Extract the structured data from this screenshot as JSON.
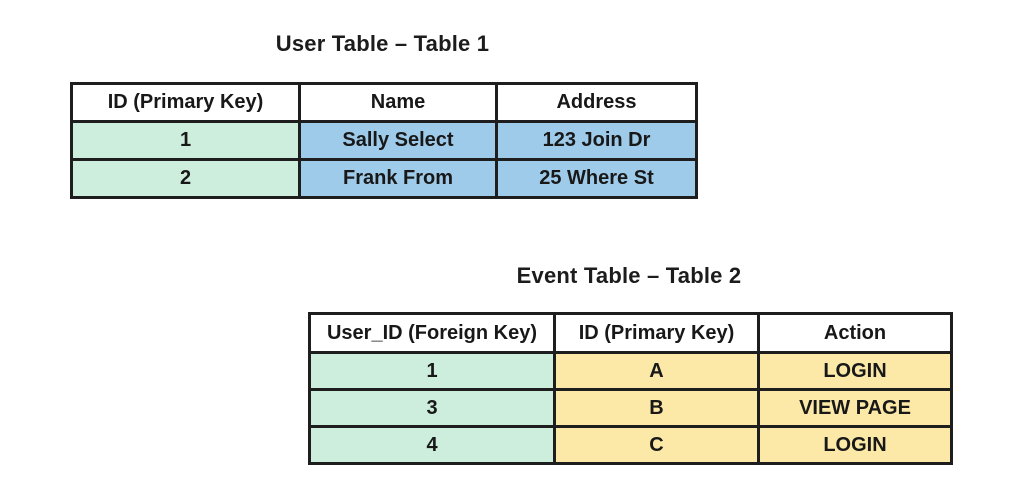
{
  "colors": {
    "primary_key_fill": "#cdeedd",
    "user_data_fill": "#9fcbea",
    "event_data_fill": "#fce9a7",
    "header_fill": "#ffffff",
    "border": "#1e1e1e",
    "background": "#ffffff"
  },
  "user_table": {
    "title": "User Table – Table 1",
    "headers": [
      "ID (Primary Key)",
      "Name",
      "Address"
    ],
    "rows": [
      [
        "1",
        "Sally Select",
        "123 Join Dr"
      ],
      [
        "2",
        "Frank From",
        "25 Where St"
      ]
    ]
  },
  "event_table": {
    "title": "Event Table – Table 2",
    "headers": [
      "User_ID (Foreign Key)",
      "ID (Primary Key)",
      "Action"
    ],
    "rows": [
      [
        "1",
        "A",
        "LOGIN"
      ],
      [
        "3",
        "B",
        "VIEW PAGE"
      ],
      [
        "4",
        "C",
        "LOGIN"
      ]
    ]
  }
}
